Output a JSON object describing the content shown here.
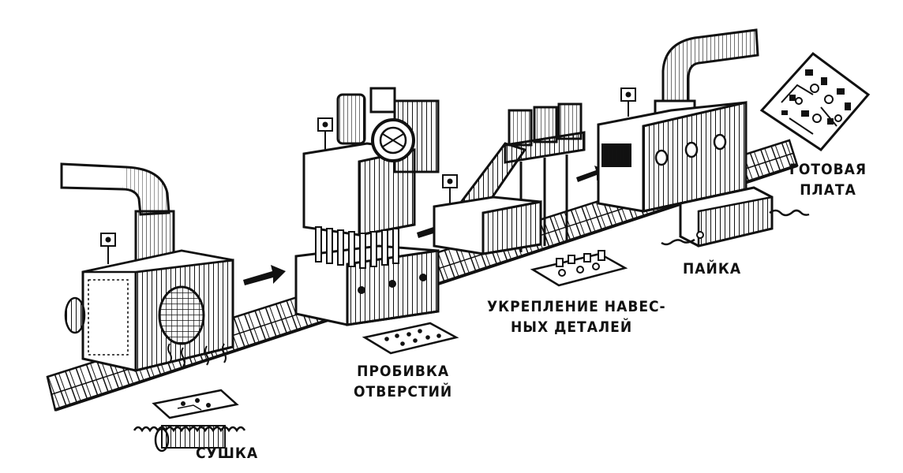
{
  "stages": {
    "drying": {
      "lines": [
        "СУШКА"
      ]
    },
    "punching": {
      "lines": [
        "ПРОБИВКА",
        "ОТВЕРСТИЙ"
      ]
    },
    "mounting": {
      "lines": [
        "УКРЕПЛЕНИЕ НАВЕС-",
        "НЫХ ДЕТАЛЕЙ"
      ]
    },
    "soldering": {
      "lines": [
        "ПАЙКА"
      ]
    },
    "finished": {
      "lines": [
        "ГОТОВАЯ",
        "ПЛАТА"
      ]
    }
  },
  "colors": {
    "ink": "#111111",
    "paper": "#ffffff"
  }
}
